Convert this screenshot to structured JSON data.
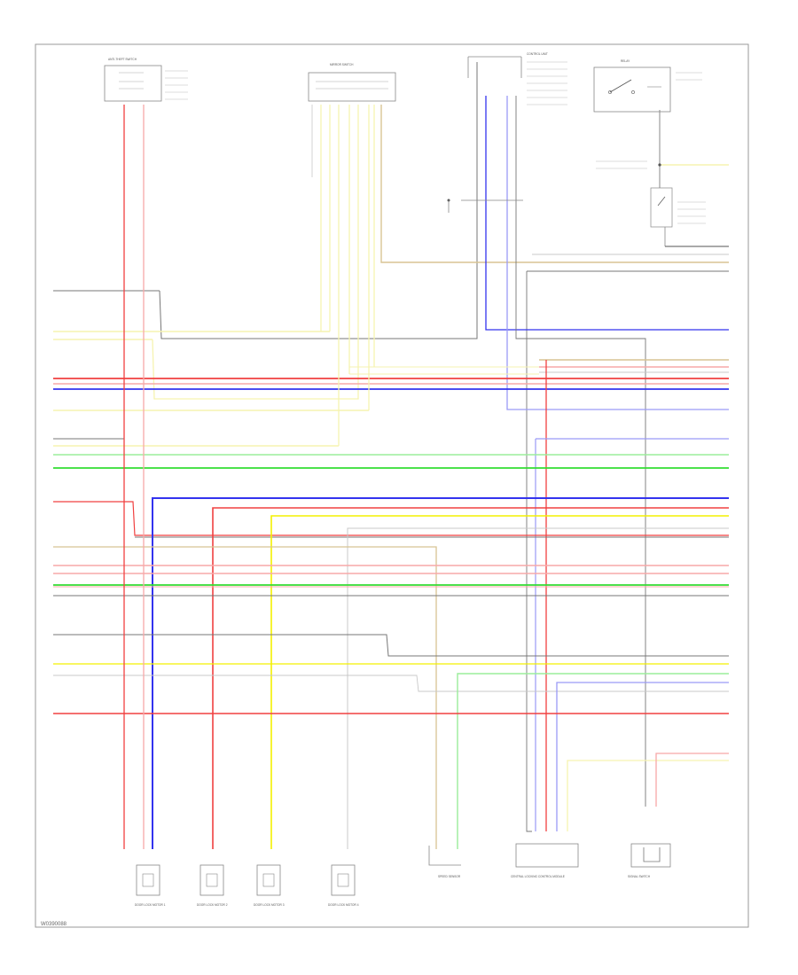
{
  "diagram": {
    "code": "W0390088",
    "colors": {
      "red": "#f04040",
      "pink": "#f7a8a8",
      "blue": "#3333ee",
      "lightblue": "#9a9af6",
      "green": "#33dd33",
      "lightgreen": "#9bed9b",
      "yellow": "#f4f000",
      "paleyellow": "#f6f3b0",
      "tan": "#d8c493",
      "gray": "#555555",
      "lightgray": "#c8c8c8",
      "frame": "#888888"
    },
    "components": [
      {
        "id": "sw-top-left",
        "label": "ANTI-THEFT SWITCH"
      },
      {
        "id": "conn-top-center",
        "label": "MIRROR SWITCH"
      },
      {
        "id": "conn-top-right",
        "label": "CONTROL UNIT"
      },
      {
        "id": "relay-top-right",
        "label": "RELAY"
      },
      {
        "id": "motor-1",
        "label": "DOOR LOCK MOTOR 1"
      },
      {
        "id": "motor-2",
        "label": "DOOR LOCK MOTOR 2"
      },
      {
        "id": "motor-3",
        "label": "DOOR LOCK MOTOR 3"
      },
      {
        "id": "motor-4",
        "label": "DOOR LOCK MOTOR 4"
      },
      {
        "id": "sensor-a",
        "label": "SPEED SENSOR"
      },
      {
        "id": "module-center",
        "label": "CENTRAL LOCKING CONTROL MODULE"
      },
      {
        "id": "module-right",
        "label": "SIGNAL SWITCH"
      }
    ]
  }
}
